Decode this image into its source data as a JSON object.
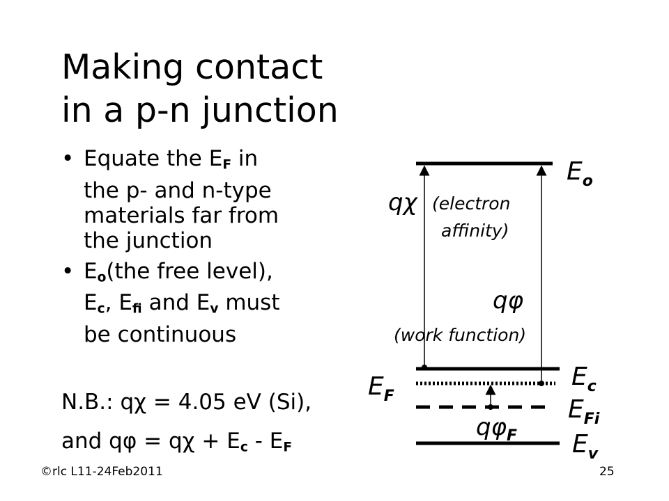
{
  "title": {
    "line1": "Making contact",
    "line2": "in a p-n junction"
  },
  "bullets": [
    {
      "p1": "Equate the E",
      "sub1": "F",
      "p2": " in",
      "line2": "the p- and n-type",
      "line3": "materials far from",
      "line4": "the junction"
    },
    {
      "p1": "E",
      "sub1": "o",
      "p2": "(the free level),",
      "p3": "E",
      "sub2": "c",
      "p4": ", E",
      "sub3": "fi",
      "p5": " and E",
      "sub4": "v",
      "p6": " must",
      "line3": "be continuous"
    }
  ],
  "nb": {
    "line1": "N.B.: qχ = 4.05 eV (Si),",
    "line2_a": "and qφ = qχ + E",
    "line2_sub1": "c",
    "line2_b": " - E",
    "line2_sub2": "F"
  },
  "diagram": {
    "eo": "E",
    "eo_sub": "o",
    "ec": "E",
    "ec_sub": "c",
    "ef": "E",
    "ef_sub": "F",
    "efi": "E",
    "efi_sub": "Fi",
    "ev": "E",
    "ev_sub": "v",
    "qchi": "qχ",
    "qchi_desc1": "(electron",
    "qchi_desc2": "affinity)",
    "qphi": "qφ",
    "qphi_desc": "(work function)",
    "qphif": "qφ",
    "qphif_sub": "F"
  },
  "footer": {
    "left": "©rlc L11-24Feb2011",
    "right": "25"
  }
}
